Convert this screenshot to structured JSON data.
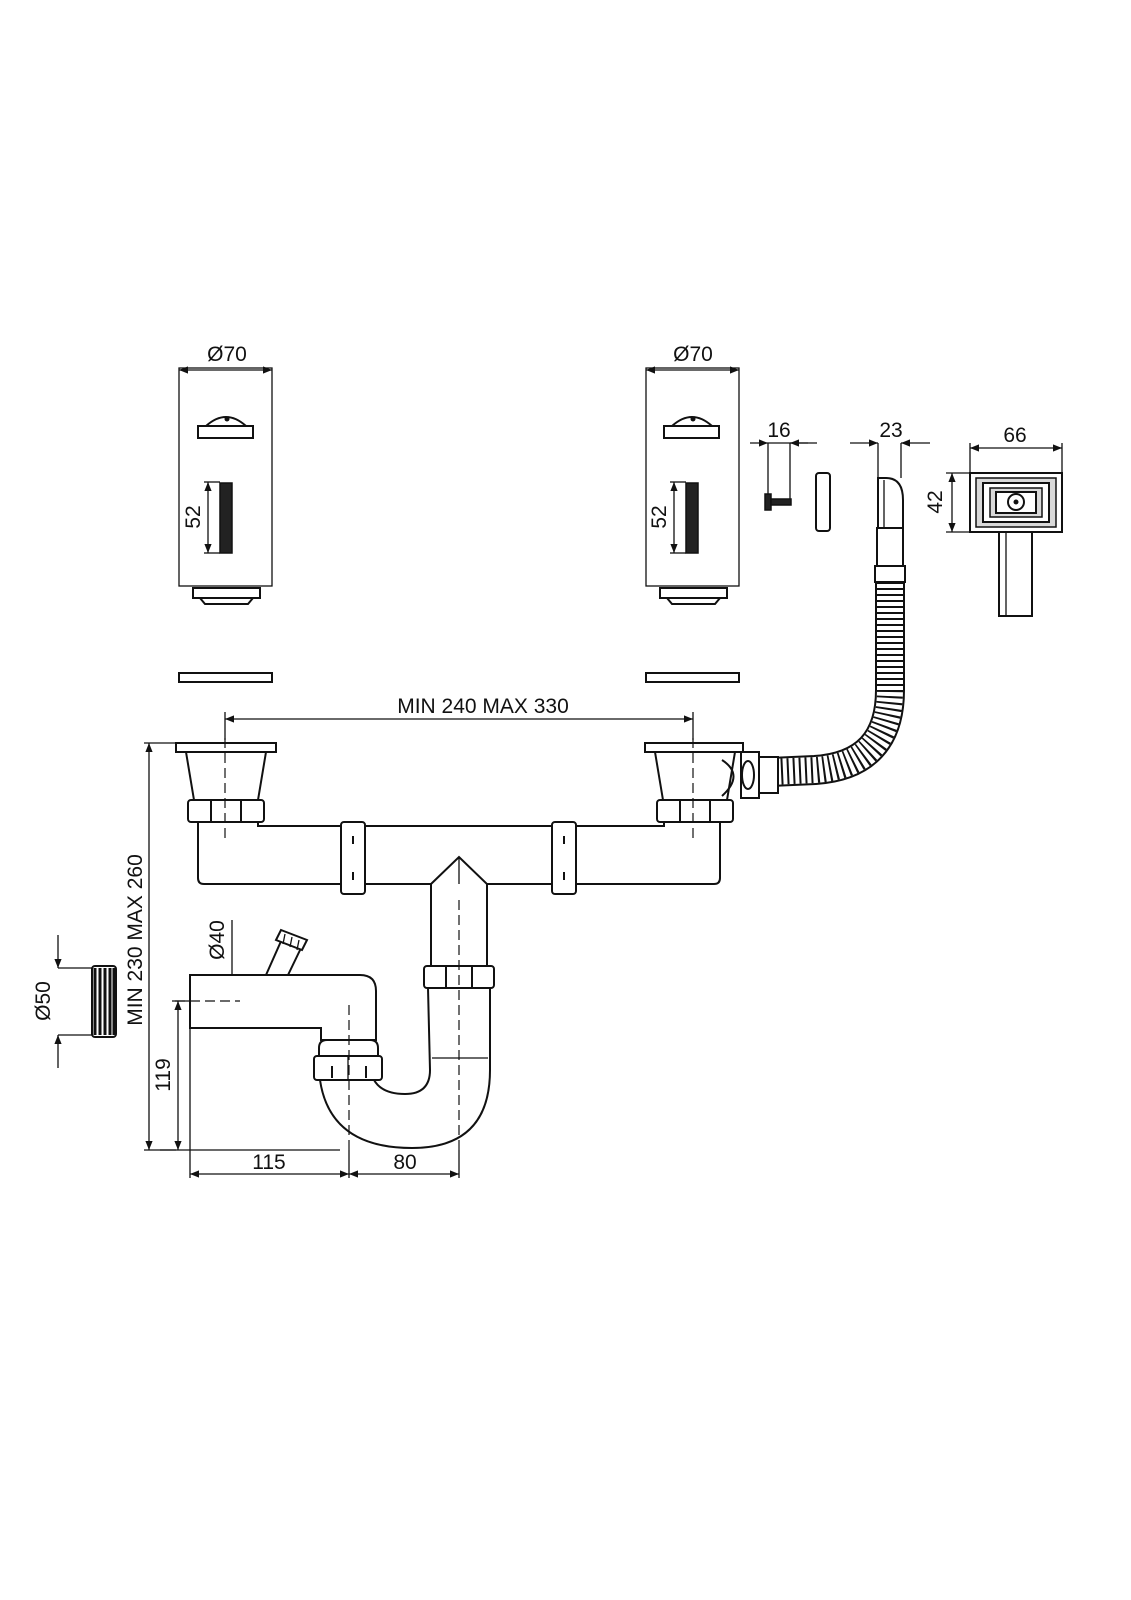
{
  "drawing": {
    "dimensions": {
      "strainer_left_diameter": "Ø70",
      "strainer_left_height": "52",
      "strainer_right_diameter": "Ø70",
      "strainer_right_height": "52",
      "screw_length": "16",
      "overflow_width": "23",
      "overflow_cover_width": "66",
      "overflow_cover_height": "42",
      "centers_range": "MIN 240 MAX 330",
      "total_height_range": "MIN 230 MAX 260",
      "outlet_diameter": "Ø50",
      "branch_diameter": "Ø40",
      "outlet_height": "119",
      "trap_offset_a": "115",
      "trap_offset_b": "80"
    }
  }
}
